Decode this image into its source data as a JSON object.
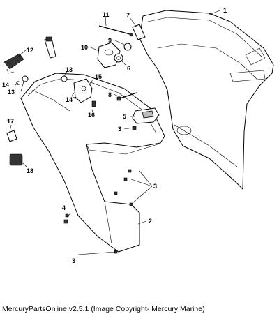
{
  "callouts": [
    {
      "id": "c1",
      "label": "1"
    },
    {
      "id": "c2",
      "label": "2"
    },
    {
      "id": "c3a",
      "label": "3"
    },
    {
      "id": "c3b",
      "label": "3"
    },
    {
      "id": "c3c",
      "label": "3"
    },
    {
      "id": "c4",
      "label": "4"
    },
    {
      "id": "c5",
      "label": "5"
    },
    {
      "id": "c6",
      "label": "6"
    },
    {
      "id": "c7",
      "label": "7"
    },
    {
      "id": "c8",
      "label": "8"
    },
    {
      "id": "c9",
      "label": "9"
    },
    {
      "id": "c10",
      "label": "10"
    },
    {
      "id": "c11",
      "label": "11"
    },
    {
      "id": "c12",
      "label": "12"
    },
    {
      "id": "c13a",
      "label": "13"
    },
    {
      "id": "c13b",
      "label": "13"
    },
    {
      "id": "c14a",
      "label": "14"
    },
    {
      "id": "c14b",
      "label": "14"
    },
    {
      "id": "c15",
      "label": "15"
    },
    {
      "id": "c16",
      "label": "16"
    },
    {
      "id": "c17",
      "label": "17"
    },
    {
      "id": "c18",
      "label": "18"
    }
  ],
  "footer": "MercuryPartsOnline v2.5.1 (Image Copyright- Mercury Marine)"
}
